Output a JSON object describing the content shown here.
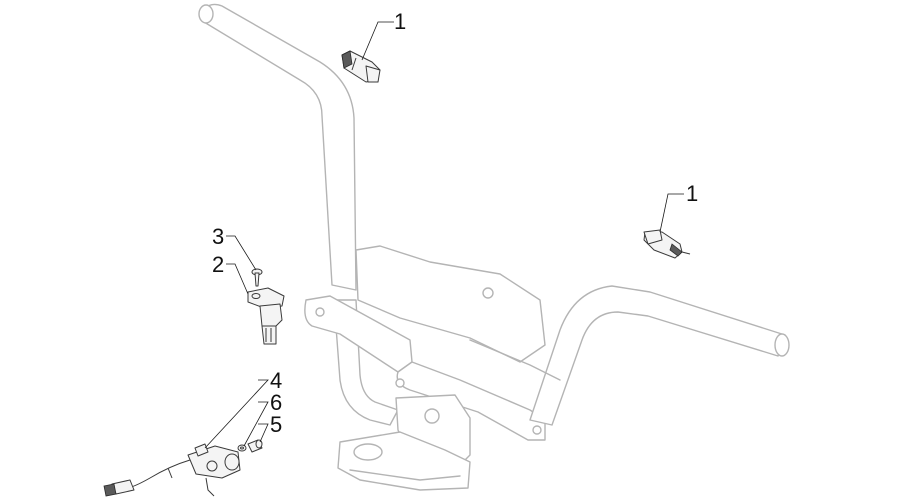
{
  "callouts": [
    {
      "id": "c1a",
      "label": "1"
    },
    {
      "id": "c1b",
      "label": "1"
    },
    {
      "id": "c3",
      "label": "3"
    },
    {
      "id": "c2",
      "label": "2"
    },
    {
      "id": "c4",
      "label": "4"
    },
    {
      "id": "c6",
      "label": "6"
    },
    {
      "id": "c5",
      "label": "5"
    }
  ],
  "colors": {
    "frame_outline": "#b4b4b4",
    "part_outline": "#3a3a3a",
    "callout_text": "#111111",
    "background": "#ffffff"
  }
}
